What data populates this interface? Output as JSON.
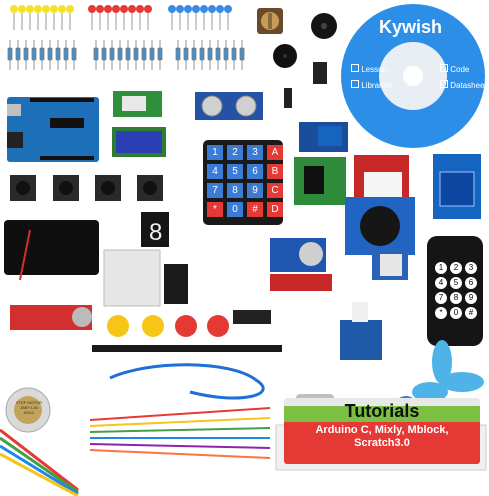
{
  "cd": {
    "brand": "Kywish",
    "items": [
      "Lesson",
      "Code",
      "Libraries",
      "Datasheet"
    ]
  },
  "banner": {
    "title": "Tutorials",
    "line1": "Arduino C, Mixly, Mblock,",
    "line2": "Scratch3.0"
  },
  "keypad": {
    "keys": [
      "1",
      "2",
      "3",
      "A",
      "4",
      "5",
      "6",
      "B",
      "7",
      "8",
      "9",
      "C",
      "*",
      "0",
      "#",
      "D"
    ]
  },
  "remote": {
    "keys": [
      "1",
      "2",
      "3",
      "4",
      "5",
      "6",
      "7",
      "8",
      "9",
      "*",
      "0",
      "#"
    ]
  },
  "buzzer": {
    "label_lines": [
      "STEP MOTOR",
      "28BYJ-48",
      "5VDC"
    ]
  },
  "colors": {
    "arduino": "#1d6fb8",
    "lcd": "#2b3fb5",
    "cd_blue": "#1e88e5",
    "red_module": "#d32f2f"
  }
}
